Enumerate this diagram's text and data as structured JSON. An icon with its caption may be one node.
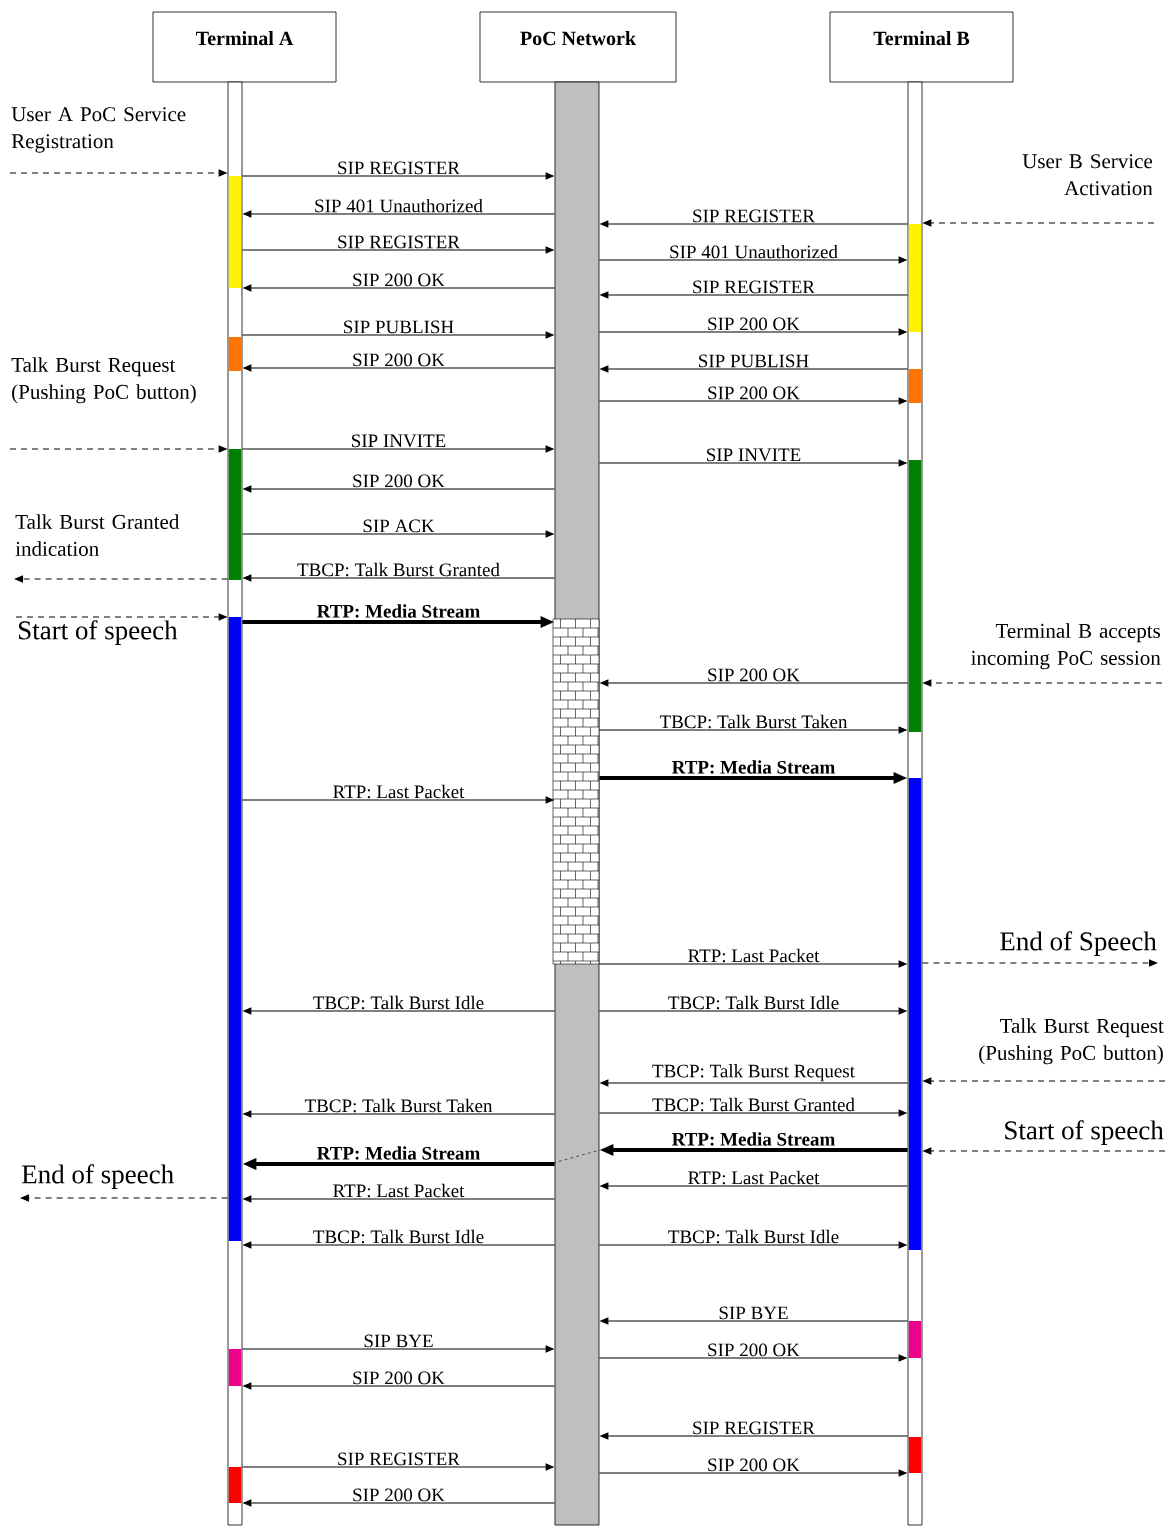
{
  "diagram": {
    "nodes": [
      {
        "text": [
          "Terminal A"
        ]
      },
      {
        "text": [
          "PoC Network"
        ]
      },
      {
        "text": [
          "Terminal B"
        ]
      },
      {
        "text": [],
        "shape": "bar"
      },
      {
        "text": [],
        "shape": "bar"
      },
      {
        "text": [],
        "shape": "bar"
      },
      {
        "text": [
          "User A PoC Service Registration"
        ]
      },
      {
        "text": [
          "User B Service Activation"
        ]
      },
      {
        "text": [
          "Talk Burst Request (Pushing PoC button)"
        ]
      },
      {
        "text": [
          "Talk Burst Granted indication"
        ]
      },
      {
        "text": [
          "Start of speech"
        ]
      },
      {
        "text": [
          "Terminal B accepts incoming PoC session"
        ]
      },
      {
        "text": [
          "End of Speech"
        ]
      },
      {
        "text": [
          "Talk Burst Request (Pushing PoC button)"
        ]
      },
      {
        "text": [
          "Start of speech"
        ]
      },
      {
        "text": [
          "End of speech"
        ]
      }
    ],
    "edges": [
      {
        "from": 3,
        "to": 4,
        "arrow": "to",
        "label": "SIP REGISTER"
      },
      {
        "from": 4,
        "to": 3,
        "arrow": "to",
        "label": "SIP 401 Unauthorized"
      },
      {
        "from": 3,
        "to": 4,
        "arrow": "to",
        "label": "SIP REGISTER"
      },
      {
        "from": 4,
        "to": 3,
        "arrow": "to",
        "label": "SIP 200 OK"
      },
      {
        "from": 3,
        "to": 4,
        "arrow": "to",
        "label": "SIP PUBLISH"
      },
      {
        "from": 4,
        "to": 3,
        "arrow": "to",
        "label": "SIP 200 OK"
      },
      {
        "from": 3,
        "to": 4,
        "arrow": "to",
        "label": "SIP INVITE"
      },
      {
        "from": 4,
        "to": 3,
        "arrow": "to",
        "label": "SIP 200 OK"
      },
      {
        "from": 3,
        "to": 4,
        "arrow": "to",
        "label": "SIP ACK"
      },
      {
        "from": 4,
        "to": 3,
        "arrow": "to",
        "label": "TBCP: Talk Burst Granted"
      },
      {
        "from": 3,
        "to": 4,
        "arrow": "to",
        "label": "RTP: Media Stream",
        "style": "thick"
      },
      {
        "from": 3,
        "to": 4,
        "arrow": "to",
        "label": "RTP: Last Packet"
      },
      {
        "from": 4,
        "to": 3,
        "arrow": "to",
        "label": "TBCP: Talk Burst Idle"
      },
      {
        "from": 4,
        "to": 3,
        "arrow": "to",
        "label": "TBCP: Talk Burst Taken"
      },
      {
        "from": 4,
        "to": 3,
        "arrow": "to",
        "label": "RTP: Media Stream",
        "style": "thick"
      },
      {
        "from": 4,
        "to": 3,
        "arrow": "to",
        "label": "RTP: Last Packet"
      },
      {
        "from": 4,
        "to": 3,
        "arrow": "to",
        "label": "TBCP: Talk Burst Idle"
      },
      {
        "from": 3,
        "to": 4,
        "arrow": "to",
        "label": "SIP BYE"
      },
      {
        "from": 4,
        "to": 3,
        "arrow": "to",
        "label": "SIP 200 OK"
      },
      {
        "from": 3,
        "to": 4,
        "arrow": "to",
        "label": "SIP REGISTER"
      },
      {
        "from": 4,
        "to": 3,
        "arrow": "to",
        "label": "SIP 200 OK"
      },
      {
        "from": 5,
        "to": 4,
        "arrow": "to",
        "label": "SIP REGISTER"
      },
      {
        "from": 4,
        "to": 5,
        "arrow": "to",
        "label": "SIP 401 Unauthorized"
      },
      {
        "from": 5,
        "to": 4,
        "arrow": "to",
        "label": "SIP REGISTER"
      },
      {
        "from": 4,
        "to": 5,
        "arrow": "to",
        "label": "SIP 200 OK"
      },
      {
        "from": 5,
        "to": 4,
        "arrow": "to",
        "label": "SIP PUBLISH"
      },
      {
        "from": 4,
        "to": 5,
        "arrow": "to",
        "label": "SIP 200 OK"
      },
      {
        "from": 4,
        "to": 5,
        "arrow": "to",
        "label": "SIP INVITE"
      },
      {
        "from": 5,
        "to": 4,
        "arrow": "to",
        "label": "SIP 200 OK"
      },
      {
        "from": 4,
        "to": 5,
        "arrow": "to",
        "label": "TBCP: Talk Burst Taken"
      },
      {
        "from": 4,
        "to": 5,
        "arrow": "to",
        "label": "RTP: Media Stream",
        "style": "thick"
      },
      {
        "from": 4,
        "to": 5,
        "arrow": "to",
        "label": "RTP: Last Packet"
      },
      {
        "from": 4,
        "to": 5,
        "arrow": "to",
        "label": "TBCP: Talk Burst Idle"
      },
      {
        "from": 5,
        "to": 4,
        "arrow": "to",
        "label": "TBCP: Talk Burst Request"
      },
      {
        "from": 4,
        "to": 5,
        "arrow": "to",
        "label": "TBCP: Talk Burst Granted"
      },
      {
        "from": 5,
        "to": 4,
        "arrow": "to",
        "label": "RTP: Media Stream",
        "style": "thick"
      },
      {
        "from": 5,
        "to": 4,
        "arrow": "to",
        "label": "RTP: Last Packet"
      },
      {
        "from": 4,
        "to": 5,
        "arrow": "to",
        "label": "TBCP: Talk Burst Idle"
      },
      {
        "from": 5,
        "to": 4,
        "arrow": "to",
        "label": "SIP BYE"
      },
      {
        "from": 4,
        "to": 5,
        "arrow": "to",
        "label": "SIP 200 OK"
      },
      {
        "from": 5,
        "to": 4,
        "arrow": "to",
        "label": "SIP REGISTER"
      },
      {
        "from": 4,
        "to": 5,
        "arrow": "to",
        "label": "SIP 200 OK"
      },
      {
        "from": 6,
        "to": 3,
        "arrow": "to",
        "style": "dashed"
      },
      {
        "from": 7,
        "to": 5,
        "arrow": "to",
        "style": "dashed"
      },
      {
        "from": 8,
        "to": 3,
        "arrow": "to",
        "style": "dashed"
      },
      {
        "from": 3,
        "to": 9,
        "arrow": "to",
        "style": "dashed"
      },
      {
        "from": 10,
        "to": 3,
        "arrow": "to",
        "style": "dashed"
      },
      {
        "from": 11,
        "to": 5,
        "arrow": "to",
        "style": "dashed"
      },
      {
        "from": 5,
        "to": 12,
        "arrow": "to",
        "style": "dashed"
      },
      {
        "from": 13,
        "to": 5,
        "arrow": "to",
        "style": "dashed"
      },
      {
        "from": 14,
        "to": 5,
        "arrow": "to",
        "style": "dashed"
      },
      {
        "from": 3,
        "to": 15,
        "arrow": "to",
        "style": "dashed"
      }
    ]
  }
}
